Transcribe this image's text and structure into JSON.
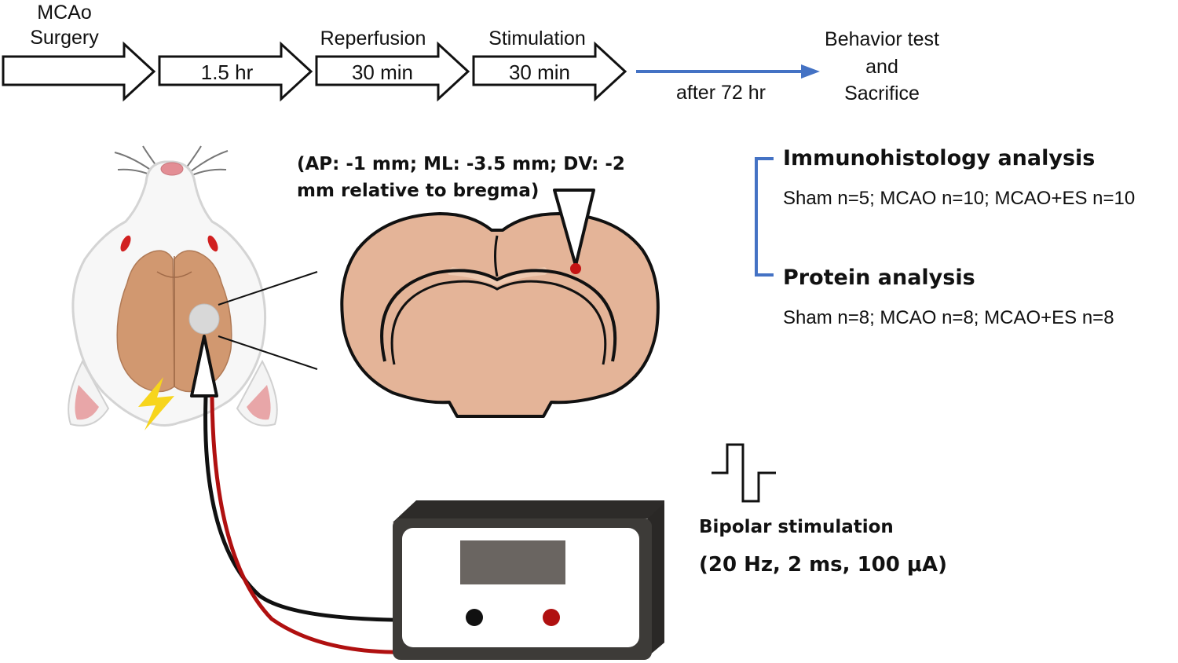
{
  "timeline": {
    "step1_label_line1": "MCAo",
    "step1_label_line2": "Surgery",
    "step2_text": "1.5 hr",
    "step3_label": "Reperfusion",
    "step3_text": "30 min",
    "step4_label": "Stimulation",
    "step4_text": "30 min",
    "wait_label": "after 72 hr",
    "end_line1": "Behavior test",
    "end_line2": "and",
    "end_line3": "Sacrifice",
    "arrow_color": "#4472c4"
  },
  "coordinates": {
    "line1": "(AP: -1 mm; ML: -3.5 mm; DV: -2",
    "line2": "mm relative to bregma)"
  },
  "analysis": {
    "bracket_color": "#4472c4",
    "immuno_title": "Immunohistology analysis",
    "immuno_groups": "Sham n=5; MCAO n=10; MCAO+ES n=10",
    "protein_title": "Protein analysis",
    "protein_groups": "Sham n=8; MCAO n=8; MCAO+ES n=8"
  },
  "stimulation": {
    "label": "Bipolar stimulation",
    "params": "(20 Hz, 2 ms, 100 μA)"
  },
  "colors": {
    "brain": "#e4b498",
    "rat_brain": "#d19870",
    "wire_red": "#b01010",
    "wire_black": "#111111",
    "bolt": "#f7d51d",
    "device_body": "#3d3b38",
    "device_screen": "#6a6561",
    "target_dot": "#c41414"
  }
}
